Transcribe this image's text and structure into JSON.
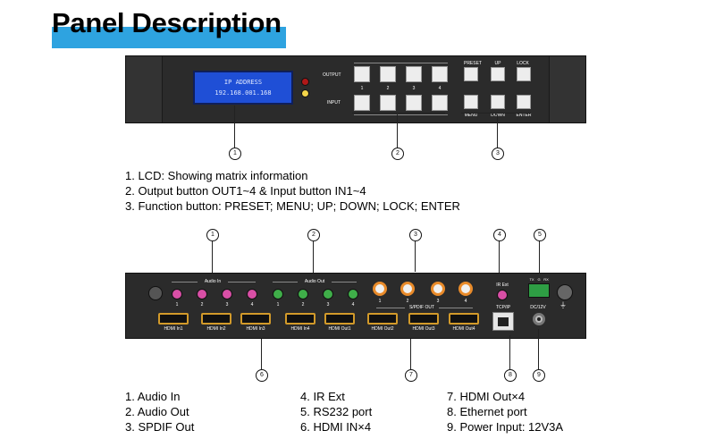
{
  "header": {
    "title": "Panel Description"
  },
  "front_panel": {
    "lcd_line1": "IP ADDRESS",
    "lcd_line2": "192.168.001.168",
    "output_label": "OUTPUT",
    "input_label": "INPUT",
    "channel_numbers": [
      "1",
      "2",
      "3",
      "4"
    ],
    "function_top": [
      "PRESET",
      "UP",
      "LOCK"
    ],
    "function_bottom": [
      "MENU",
      "DOWN",
      "ENTER"
    ],
    "callouts": [
      "1",
      "2",
      "3"
    ]
  },
  "front_descriptions": [
    "1. LCD: Showing matrix information",
    "2. Output button OUT1~4 & Input button IN1~4",
    "3. Function button: PRESET; MENU; UP; DOWN; LOCK; ENTER"
  ],
  "rear_panel": {
    "audio_in_label": "Audio In",
    "audio_out_label": "Audio Out",
    "spdif_label": "S/PDIF OUT",
    "ir_label": "IR Ext",
    "tcp_label": "TCP/IP",
    "power_label": "DC/12V",
    "rs232_pins": [
      "TX",
      "G",
      "RX"
    ],
    "port_numbers": [
      "1",
      "2",
      "3",
      "4"
    ],
    "hdmi_in_labels": [
      "HDMI In1",
      "HDMI In2",
      "HDMI In3",
      "HDMI In4"
    ],
    "hdmi_out_labels": [
      "HDMI Out1",
      "HDMI Out2",
      "HDMI Out3",
      "HDMI Out4"
    ],
    "callouts_top": [
      "1",
      "2",
      "3",
      "4",
      "5"
    ],
    "callouts_bottom": [
      "6",
      "7",
      "8",
      "9"
    ]
  },
  "rear_descriptions": {
    "col1": [
      "1. Audio In",
      "2. Audio Out",
      "3. SPDIF Out"
    ],
    "col2": [
      "4. IR Ext",
      "5. RS232 port",
      "6. HDMI IN×4"
    ],
    "col3": [
      "7. HDMI Out×4",
      "8. Ethernet port",
      "9. Power Input: 12V3A"
    ]
  },
  "colors": {
    "accent": "#2ea3e0",
    "panel": "#2b2b2b",
    "lcd": "#1f4fd6",
    "audio_in": "#d94fa6",
    "audio_out": "#3fae49",
    "spdif": "#e98b2a",
    "rs232": "#2e9e44"
  }
}
